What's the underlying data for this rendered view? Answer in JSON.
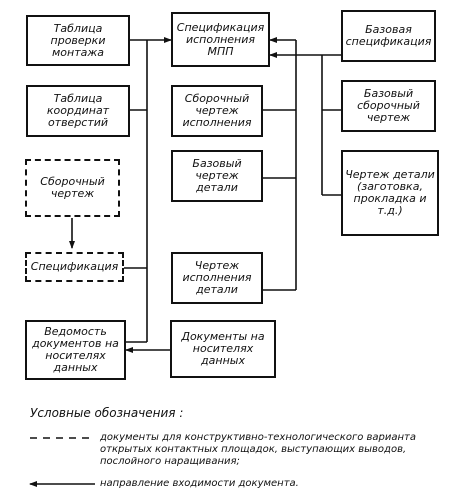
{
  "boxes": {
    "table_mount": "Таблица проверки монтажа",
    "table_coords": "Таблица координат отверстий",
    "assembly_drawing": "Сборочный чертеж",
    "specification": "Спецификация",
    "register": "Ведомость документов на носителях данных",
    "spec_mpp": "Спецификация исполнения МПП",
    "assembly_variant": "Сборочный чертеж исполнения",
    "base_part_drawing": "Базовый чертеж детали",
    "part_variant_drawing": "Чертеж исполнения детали",
    "docs_media": "Документы на носителях данных",
    "base_spec": "Базовая спецификация",
    "base_assembly": "Базовый сборочный чертеж",
    "part_drawing": "Чертеж детали (заготовка, прокладка и т.д.)"
  },
  "legend": {
    "title": "Условные обозначения :",
    "dashed_desc": "документы для конструктивно-технологического варианта открытых контактных площадок, выступающих выводов, послойного наращивания;",
    "arrow_desc": "направление входимости документа."
  }
}
